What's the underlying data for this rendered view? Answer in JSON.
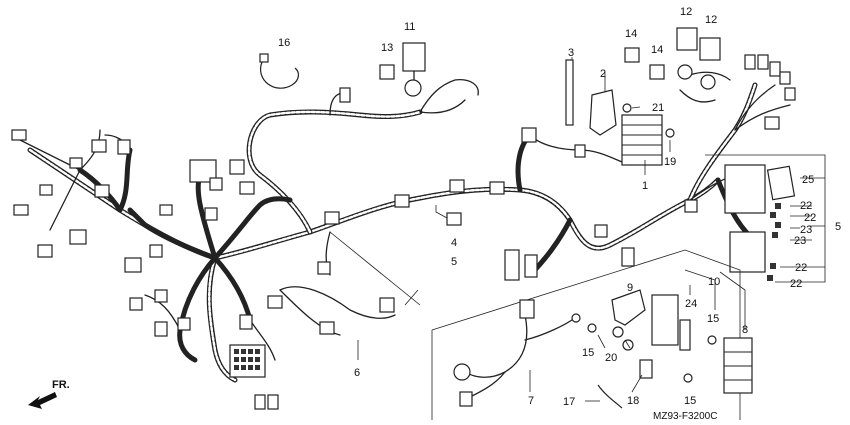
{
  "direction_label": "FR.",
  "diagram_code": "MZ93-F3200C",
  "callouts": {
    "c1": "1",
    "c2": "2",
    "c3": "3",
    "c4": "4",
    "c5a": "5",
    "c5b": "5",
    "c6": "6",
    "c7": "7",
    "c8": "8",
    "c9": "9",
    "c10": "10",
    "c11": "11",
    "c12a": "12",
    "c12b": "12",
    "c13": "13",
    "c14a": "14",
    "c14b": "14",
    "c15a": "15",
    "c15b": "15",
    "c15c": "15",
    "c16": "16",
    "c17": "17",
    "c18": "18",
    "c19": "19",
    "c20": "20",
    "c21": "21",
    "c22a": "22",
    "c22b": "22",
    "c22c": "22",
    "c22d": "22",
    "c23a": "23",
    "c23b": "23",
    "c24": "24",
    "c25": "25"
  }
}
